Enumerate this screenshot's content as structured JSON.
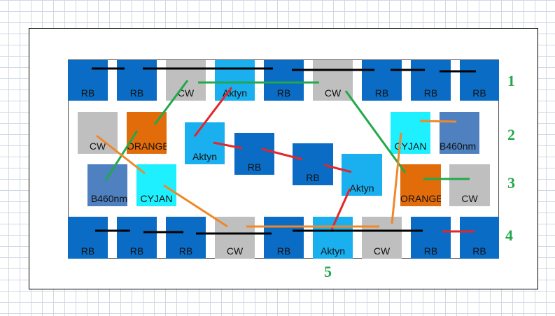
{
  "colors": {
    "RB": "#0a6cc4",
    "CW": "#bfbfbf",
    "Aktyn": "#1ab0f0",
    "ORANGE": "#e36c0a",
    "CYJAN": "#1ff0ff",
    "B460nm": "#4f81c0",
    "line_black": "#000000",
    "line_green": "#22a84a",
    "line_red": "#e3262a",
    "line_orange": "#f0882a",
    "row_number": "#22a84a"
  },
  "tiles": [
    {
      "label": "RB",
      "color": "RB"
    },
    {
      "label": "RB",
      "color": "RB"
    },
    {
      "label": "CW",
      "color": "CW"
    },
    {
      "label": "Aktyn",
      "color": "Aktyn"
    },
    {
      "label": "RB",
      "color": "RB"
    },
    {
      "label": "CW",
      "color": "CW"
    },
    {
      "label": "RB",
      "color": "RB"
    },
    {
      "label": "RB",
      "color": "RB"
    },
    {
      "label": "RB",
      "color": "RB"
    },
    {
      "label": "CW",
      "color": "CW"
    },
    {
      "label": "ORANGE",
      "color": "ORANGE"
    },
    {
      "label": "Aktyn",
      "color": "Aktyn"
    },
    {
      "label": "RB",
      "color": "RB"
    },
    {
      "label": "RB",
      "color": "RB"
    },
    {
      "label": "Aktyn",
      "color": "Aktyn"
    },
    {
      "label": "CYJAN",
      "color": "CYJAN"
    },
    {
      "label": "B460nm",
      "color": "B460nm"
    },
    {
      "label": "B460nm",
      "color": "B460nm"
    },
    {
      "label": "CYJAN",
      "color": "CYJAN"
    },
    {
      "label": "ORANGE",
      "color": "ORANGE"
    },
    {
      "label": "CW",
      "color": "CW"
    },
    {
      "label": "RB",
      "color": "RB"
    },
    {
      "label": "RB",
      "color": "RB"
    },
    {
      "label": "RB",
      "color": "RB"
    },
    {
      "label": "CW",
      "color": "CW"
    },
    {
      "label": "RB",
      "color": "RB"
    },
    {
      "label": "Aktyn",
      "color": "Aktyn"
    },
    {
      "label": "CW",
      "color": "CW"
    },
    {
      "label": "RB",
      "color": "RB"
    },
    {
      "label": "RB",
      "color": "RB"
    }
  ],
  "row_numbers": [
    "1",
    "2",
    "3",
    "4",
    "5"
  ]
}
